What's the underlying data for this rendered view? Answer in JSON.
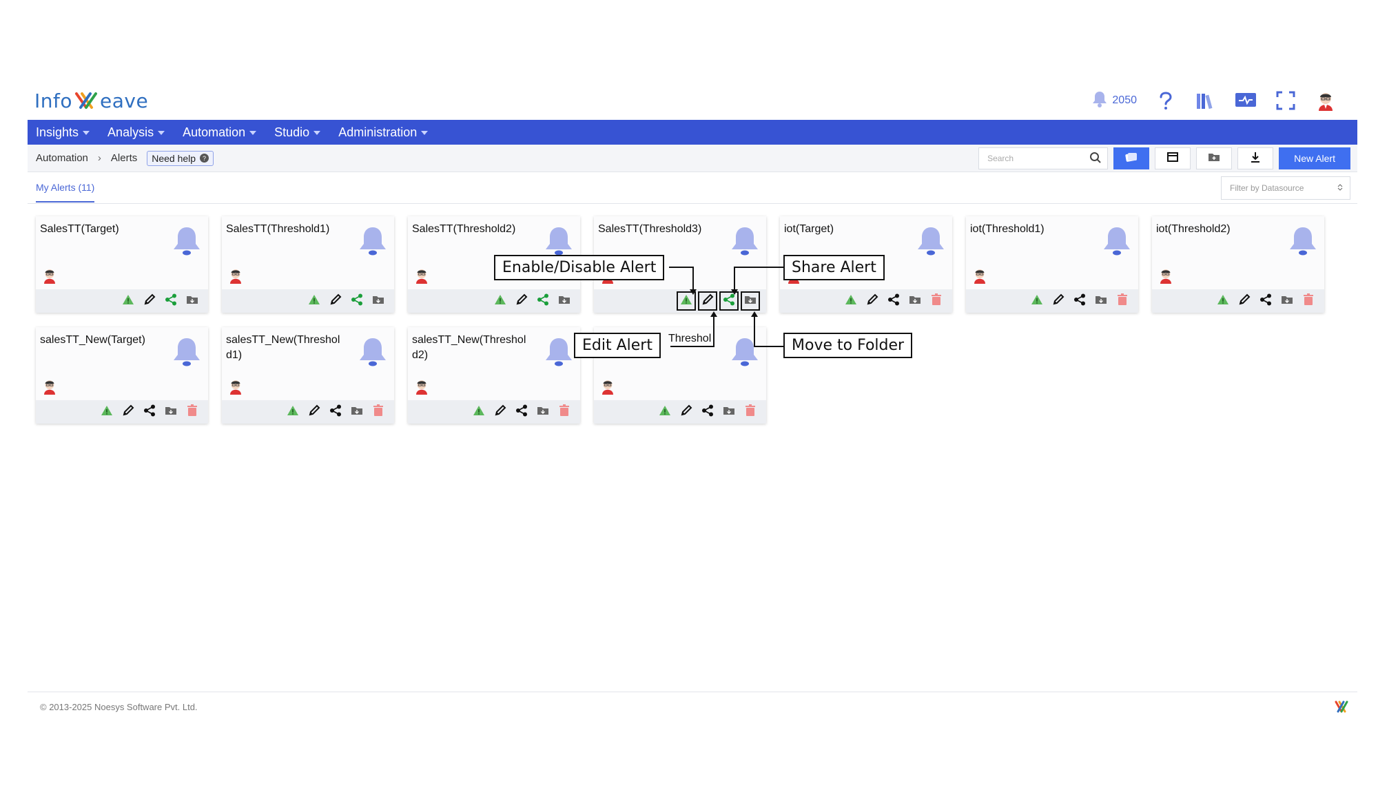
{
  "header": {
    "logo_text": "Info",
    "logo_text_tail": "eave",
    "notification_count": "2050",
    "icons": [
      "bell-icon",
      "help-icon",
      "library-icon",
      "monitor-icon",
      "fullscreen-icon",
      "user-avatar"
    ]
  },
  "nav": {
    "items": [
      {
        "label": "Insights"
      },
      {
        "label": "Analysis"
      },
      {
        "label": "Automation"
      },
      {
        "label": "Studio"
      },
      {
        "label": "Administration"
      }
    ]
  },
  "breadcrumb": {
    "items": [
      "Automation",
      "Alerts"
    ],
    "help": "Need help"
  },
  "toolbar": {
    "search_placeholder": "Search",
    "new_alert_label": "New Alert"
  },
  "tabs": {
    "active": "My Alerts (11)"
  },
  "filter": {
    "placeholder": "Filter by Datasource"
  },
  "cards": [
    {
      "title": "SalesTT(Target)"
    },
    {
      "title": "SalesTT(Threshold1)"
    },
    {
      "title": "SalesTT(Threshold2)"
    },
    {
      "title": "SalesTT(Threshold3)"
    },
    {
      "title": "iot(Target)"
    },
    {
      "title": "iot(Threshold1)"
    },
    {
      "title": "iot(Threshold2)"
    },
    {
      "title": "salesTT_New(Target)"
    },
    {
      "title": "salesTT_New(Threshol d1)"
    },
    {
      "title": "salesTT_New(Threshol d2)"
    },
    {
      "title": "Threshol"
    }
  ],
  "annotations": {
    "enable_disable": "Enable/Disable Alert",
    "share": "Share Alert",
    "edit": "Edit Alert",
    "move": "Move to Folder"
  },
  "footer": {
    "copyright": "© 2013-2025 Noesys Software Pvt. Ltd."
  },
  "colors": {
    "brand_blue": "#3753d3",
    "accent_blue": "#3f6ff0",
    "bell": "#a8b3ec",
    "enable_green": "#5cb85c",
    "share_green": "#1a9e3a",
    "delete_red": "#f08a8a"
  }
}
